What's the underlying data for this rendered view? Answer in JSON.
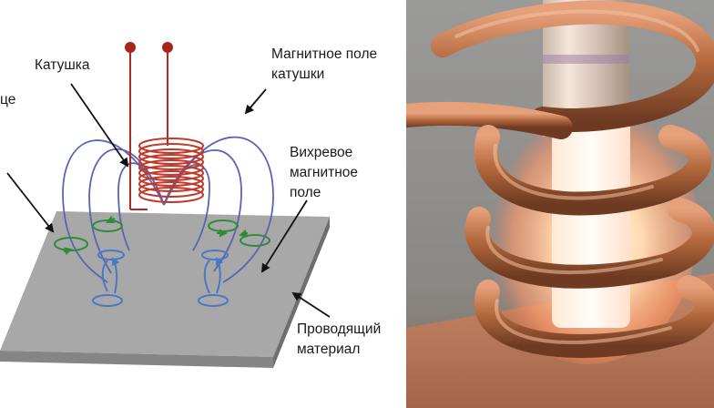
{
  "diagram": {
    "labels": {
      "coil": "Катушка",
      "coil_field_line1": "Магнитное поле",
      "coil_field_line2": "катушки",
      "eddy_line1": "Вихревое",
      "eddy_line2": "магнитное",
      "eddy_line3": "поле",
      "conductor_line1": "Проводящий",
      "conductor_line2": "материал",
      "cut_left": "це"
    },
    "colors": {
      "coil": "#c0392b",
      "field_lines": "#5a64b4",
      "eddy_green": "#2e8b3a",
      "eddy_blue": "#4a78c8",
      "plate_top": "#a8a8a8",
      "plate_side": "#7a7a7a",
      "terminal": "#a8231c"
    },
    "icons": [
      "coil-icon",
      "terminal-dot-icon",
      "field-line-icon",
      "eddy-current-icon",
      "arrow-icon"
    ]
  },
  "photo": {
    "subject": "induction-heating-coil-photo",
    "colors": {
      "copper": "#b56a3e",
      "glow": "#fff4e0",
      "background": "#8f8f8c"
    }
  }
}
